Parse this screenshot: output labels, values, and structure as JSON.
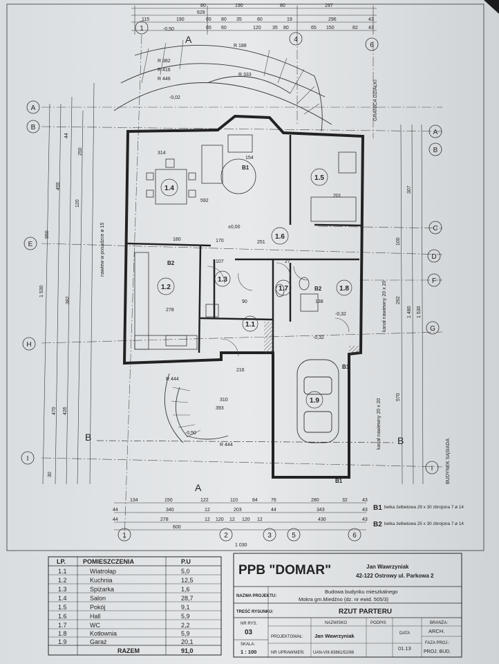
{
  "plan": {
    "note_granica": "GRANICA DZIAŁKI",
    "note_budynek": "BUDYNEK SĄSIADA",
    "note_kanal": "kanał nawiewny 20 x 20",
    "note_nawiew": "nawiew w posadzce ø 15",
    "level_zero": "±0,00",
    "levels": [
      "-0,50",
      "-0,02",
      "-0,32",
      "-0,32",
      "-0,50"
    ],
    "radii": [
      "R 188",
      "R 382",
      "R 416",
      "R 446",
      "R 333",
      "R 444",
      "R 444"
    ],
    "grid_rows_left": [
      "A",
      "B",
      "E",
      "H",
      "I"
    ],
    "grid_rows_right": [
      "A",
      "B",
      "C",
      "D",
      "F",
      "G",
      "I"
    ],
    "grid_cols_top": [
      "1",
      "4",
      "6"
    ],
    "grid_cols_bottom": [
      "1",
      "2",
      "3",
      "5",
      "6"
    ],
    "section_mark": "A",
    "section_mark_b": "B",
    "beam_labels": [
      "B1",
      "B2"
    ],
    "top_dims_1": [
      "80",
      "190",
      "80",
      "297"
    ],
    "top_dims_total": "628",
    "top_dims_2": [
      "115",
      "190",
      "65",
      "80",
      "35",
      "80",
      "19",
      "296",
      "43"
    ],
    "top_dims_3": [
      "65",
      "60",
      "120",
      "35",
      "80",
      "65",
      "150",
      "82",
      "43"
    ],
    "left_dims": [
      "950",
      "1 530",
      "455",
      "382",
      "250",
      "470",
      "426",
      "120",
      "44",
      "30"
    ],
    "right_dims": [
      "307",
      "1 480",
      "1 530",
      "570",
      "100",
      "292"
    ],
    "bottom_dims_1": [
      "134",
      "150",
      "122",
      "110",
      "84",
      "76",
      "280",
      "32",
      "43"
    ],
    "bottom_dims_2": [
      "44",
      "340",
      "12",
      "203",
      "44",
      "343",
      "43"
    ],
    "bottom_dims_3": [
      "44",
      "278",
      "12",
      "120",
      "12",
      "120",
      "12",
      "430",
      "43"
    ],
    "bottom_dims_4": [
      "600",
      "1 030"
    ],
    "inner_dims": [
      "314",
      "154",
      "592",
      "201",
      "180",
      "170",
      "251",
      "278",
      "216",
      "310",
      "393",
      "138",
      "107",
      "27",
      "90"
    ],
    "beams": [
      {
        "code": "B1",
        "text": "belka żelbetowa 29 x 30 zbrojona 7 ø 14"
      },
      {
        "code": "B2",
        "text": "belka żelbetowa 25 x 30 zbrojona 7 ø 14"
      }
    ]
  },
  "rooms": {
    "header": [
      "LP.",
      "POMIESZCZENIA",
      "P.U"
    ],
    "rows": [
      [
        "1.1",
        "Wiatrołap",
        "5,0"
      ],
      [
        "1.2",
        "Kuchnia",
        "12,5"
      ],
      [
        "1.3",
        "Spiżarka",
        "1,6"
      ],
      [
        "1.4",
        "Salon",
        "28,7"
      ],
      [
        "1.5",
        "Pokój",
        "9,1"
      ],
      [
        "1.6",
        "Hall",
        "5,9"
      ],
      [
        "1.7",
        "WC",
        "2,2"
      ],
      [
        "1.8",
        "Kotłownia",
        "5,9"
      ],
      [
        "1.9",
        "Garaż",
        "20,1"
      ]
    ],
    "total_label": "RAZEM",
    "total_value": "91,0"
  },
  "titleblock": {
    "company": "PPB \"DOMAR\"",
    "owner_name": "Jan Wawrzyniak",
    "owner_address": "42-122 Ostrowy ul. Parkowa 2",
    "project_label": "NAZWA PROJEKTU:",
    "project_line1": "Budowa budynku mieszkalnego",
    "project_line2": "Mokra  gm.Miedźno  (dz. nr ewid. 505/3)",
    "drawing_label": "TREŚĆ RYSUNKU:",
    "drawing_title": "RZUT PARTERU",
    "nr_label": "NR RYS.",
    "nr_value": "03",
    "scale_label": "SKALA:",
    "scale_value": "1 : 100",
    "nazwisko_label": "NAZWISKO",
    "podpis_label": "PODPIS",
    "projektowal_label": "PROJEKTOWAŁ:",
    "projektowal_value": "Jan Wawrzyniak",
    "uprawn_label": "NR UPRAWNIEŃ:",
    "uprawn_value": "UAN-VIII-83861/52/88",
    "branza_label": "BRANŻA:",
    "branza_value": "ARCH.",
    "data_label": "DATA",
    "data_value": "01.13",
    "faza_label": "FAZA PROJ.:",
    "faza_value": "PROJ. BUD."
  }
}
